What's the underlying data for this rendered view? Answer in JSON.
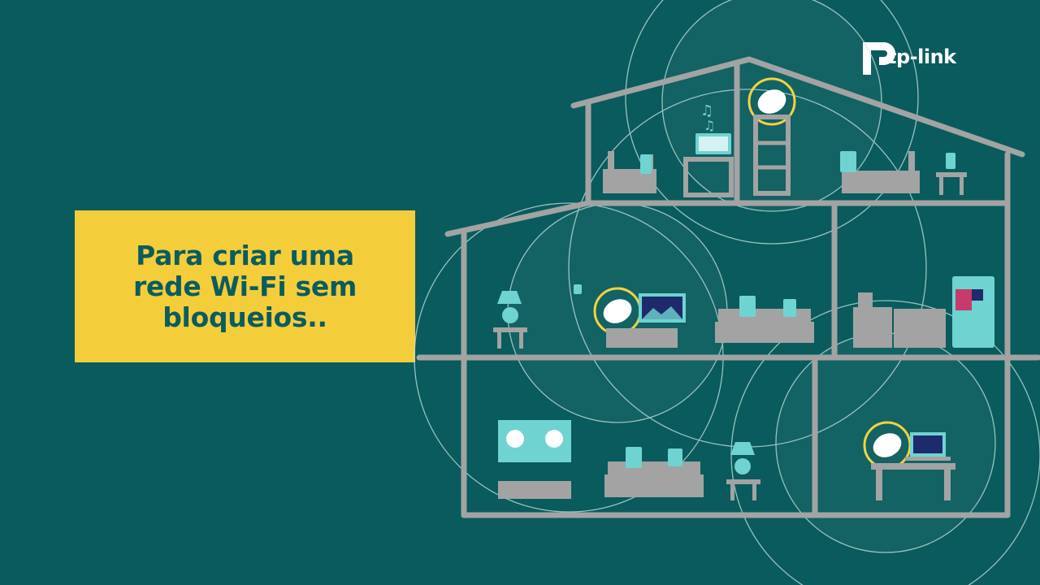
{
  "caption": {
    "text": "Para criar uma\nrede Wi-Fi sem\nbloqueios.."
  },
  "logo": {
    "brand": "tp-link",
    "icon": "tp-link-logo-icon"
  },
  "illustration": {
    "icons": [
      "house-outline",
      "mesh-router-icon",
      "wifi-coverage-circle",
      "bed-icon",
      "desk-icon",
      "music-note-icon",
      "sofa-icon",
      "lamp-icon",
      "tv-icon",
      "stove-icon",
      "fridge-icon",
      "laptop-icon",
      "tablet-icon"
    ]
  },
  "colors": {
    "background": "#095b5d",
    "caption_box": "#f4cd3b",
    "caption_text": "#0a5c5e",
    "house_line": "#a3a3a3",
    "router_ring": "#f2d33e",
    "device": "#6fd3d1",
    "logo": "#ffffff"
  }
}
